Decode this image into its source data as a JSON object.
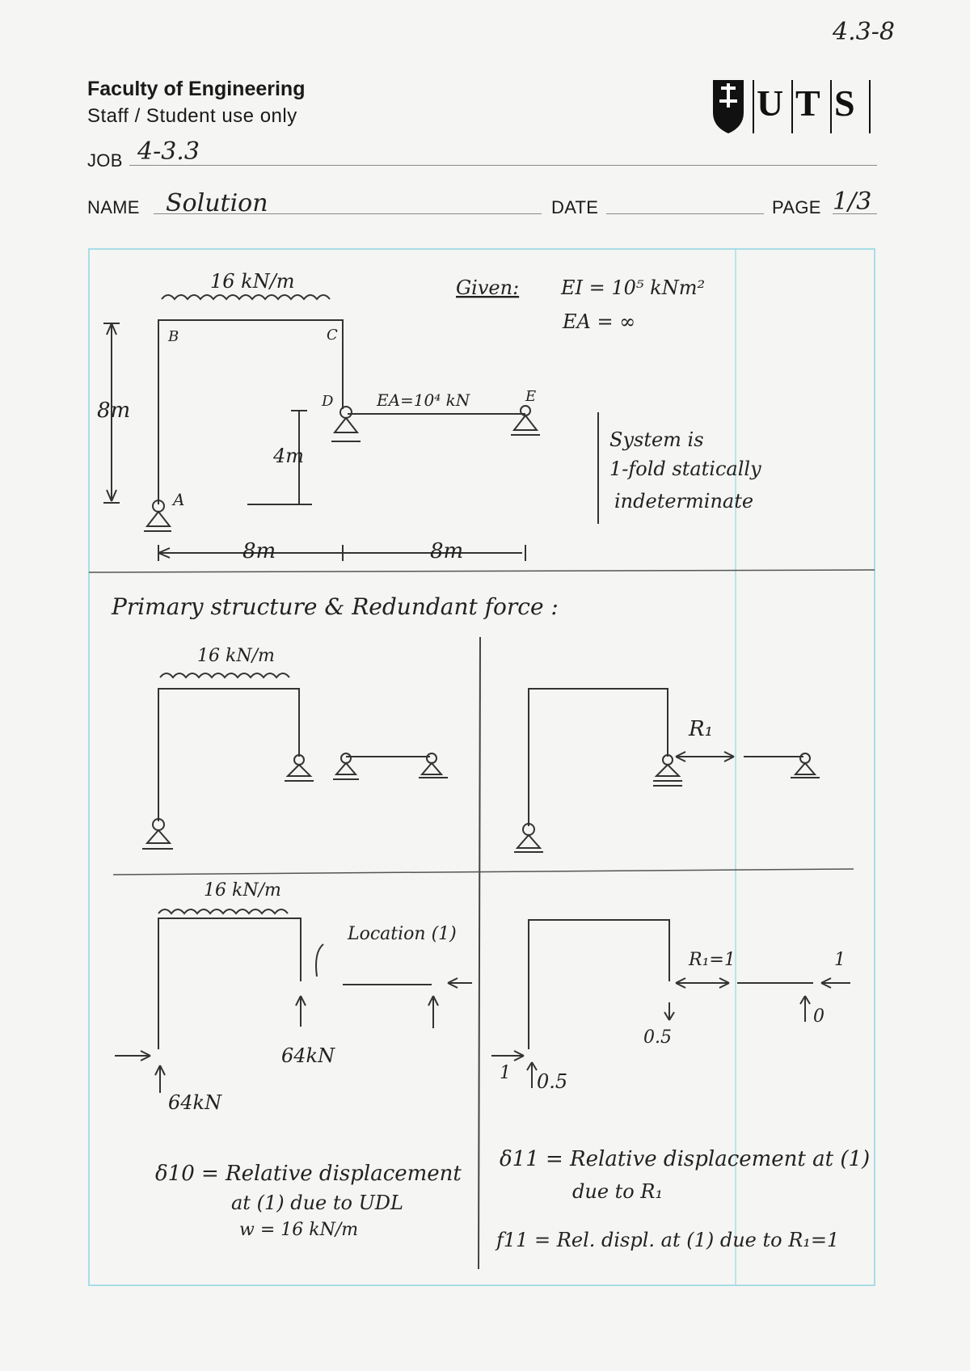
{
  "header": {
    "page_ref": "4.3-8",
    "faculty": "Faculty of Engineering",
    "staff": "Staff / Student use only",
    "logo_text": "UTS",
    "job_label": "JOB",
    "job_value": "4-3.3",
    "name_label": "NAME",
    "name_value": "Solution",
    "date_label": "DATE",
    "date_value": "",
    "page_label": "PAGE",
    "page_value": "1/3"
  },
  "diagram": {
    "load_top": "16 kN/m",
    "joint_B": "B",
    "joint_C": "C",
    "joint_D": "D",
    "joint_E": "E",
    "joint_A": "A",
    "bar_de": "EA=10⁴ kN",
    "dim_height": "8m",
    "dim_d": "4m",
    "dim_left": "8m",
    "dim_right": "8m",
    "given_label": "Given:",
    "given_ei": "EI = 10⁵ kNm²",
    "given_ea": "EA = ∞",
    "note_line1": "System is",
    "note_line2": "1-fold statically",
    "note_line3": "indeterminate"
  },
  "primary": {
    "heading": "Primary structure & Redundant force :",
    "load": "16 kN/m",
    "r1": "R₁"
  },
  "cases": {
    "load": "16 kN/m",
    "location": "Location (1)",
    "reaction_right": "64kN",
    "reaction_left": "64kN",
    "r1_unit": "R₁=1",
    "one": "1",
    "v_c": "0.5",
    "v_e": "0",
    "h_a": "1",
    "v_a": "0.5"
  },
  "notes": {
    "d10_line1": "δ10 = Relative displacement",
    "d10_line2": "at (1) due to UDL",
    "d10_line3": "w = 16 kN/m",
    "d11_line1": "δ11 = Relative displacement at (1)",
    "d11_line2": "due to R₁",
    "f11": "f11 = Rel. displ. at (1) due to R₁=1"
  }
}
